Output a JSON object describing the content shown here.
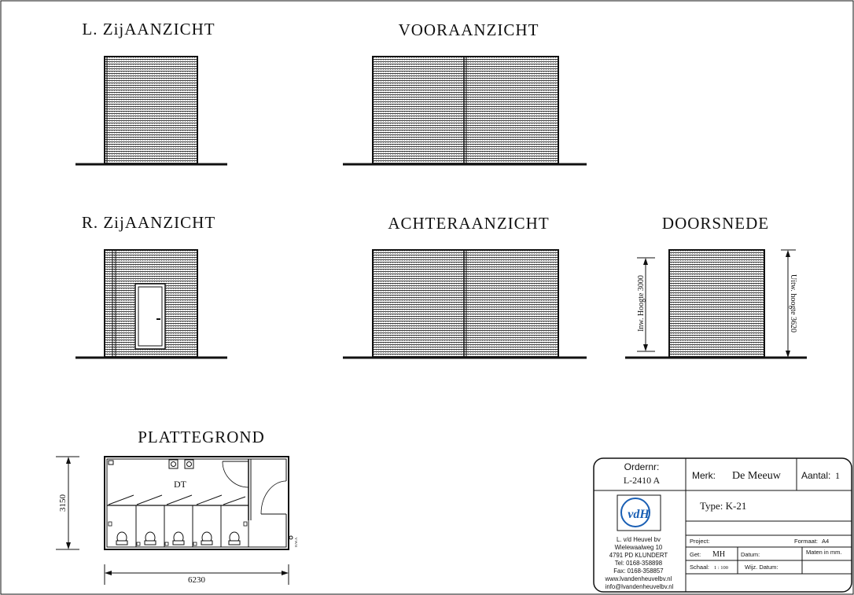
{
  "views": {
    "left_side": "L. ZijAANZICHT",
    "front": "VOORAANZICHT",
    "right_side": "R. ZijAANZICHT",
    "rear": "ACHTERAANZICHT",
    "section": "DOORSNEDE",
    "floorplan": "PLATTEGROND"
  },
  "section_dims": {
    "inner_height": "Inw. Hoogte 3000",
    "outer_height": "Uitw. hoogte 3620"
  },
  "floorplan": {
    "width_dim": "6230",
    "depth_dim": "3150",
    "room_label": "DT",
    "tag": "H.W.A"
  },
  "title_block": {
    "order_label": "Ordernr:",
    "order_value": "L-2410 A",
    "brand_label": "Merk:",
    "brand_value": "De Meeuw",
    "count_label": "Aantal:",
    "count_value": "1",
    "type_text": "Type: K-21",
    "logo_text": "vdH",
    "company": [
      "L. v/d Heuvel bv",
      "Wielewaalweg 10",
      "4791 PD KLUNDERT",
      "Tel: 0168-358898",
      "Fax: 0168-358857",
      "www.lvandenheuvelbv.nl",
      "info@lvandenheuvelbv.nl"
    ],
    "project_label": "Project:",
    "format_label": "Formaat:",
    "format_value": "A4",
    "drawn_label": "Get:",
    "drawn_value": "MH",
    "date_label": "Datum:",
    "units_note": "Maten in mm.",
    "scale_label": "Schaal:",
    "scale_value": "1 : 100",
    "revision_label": "Wijz. Datum:"
  },
  "colors": {
    "line": "#111111",
    "logo_blue": "#1a5fb4"
  }
}
